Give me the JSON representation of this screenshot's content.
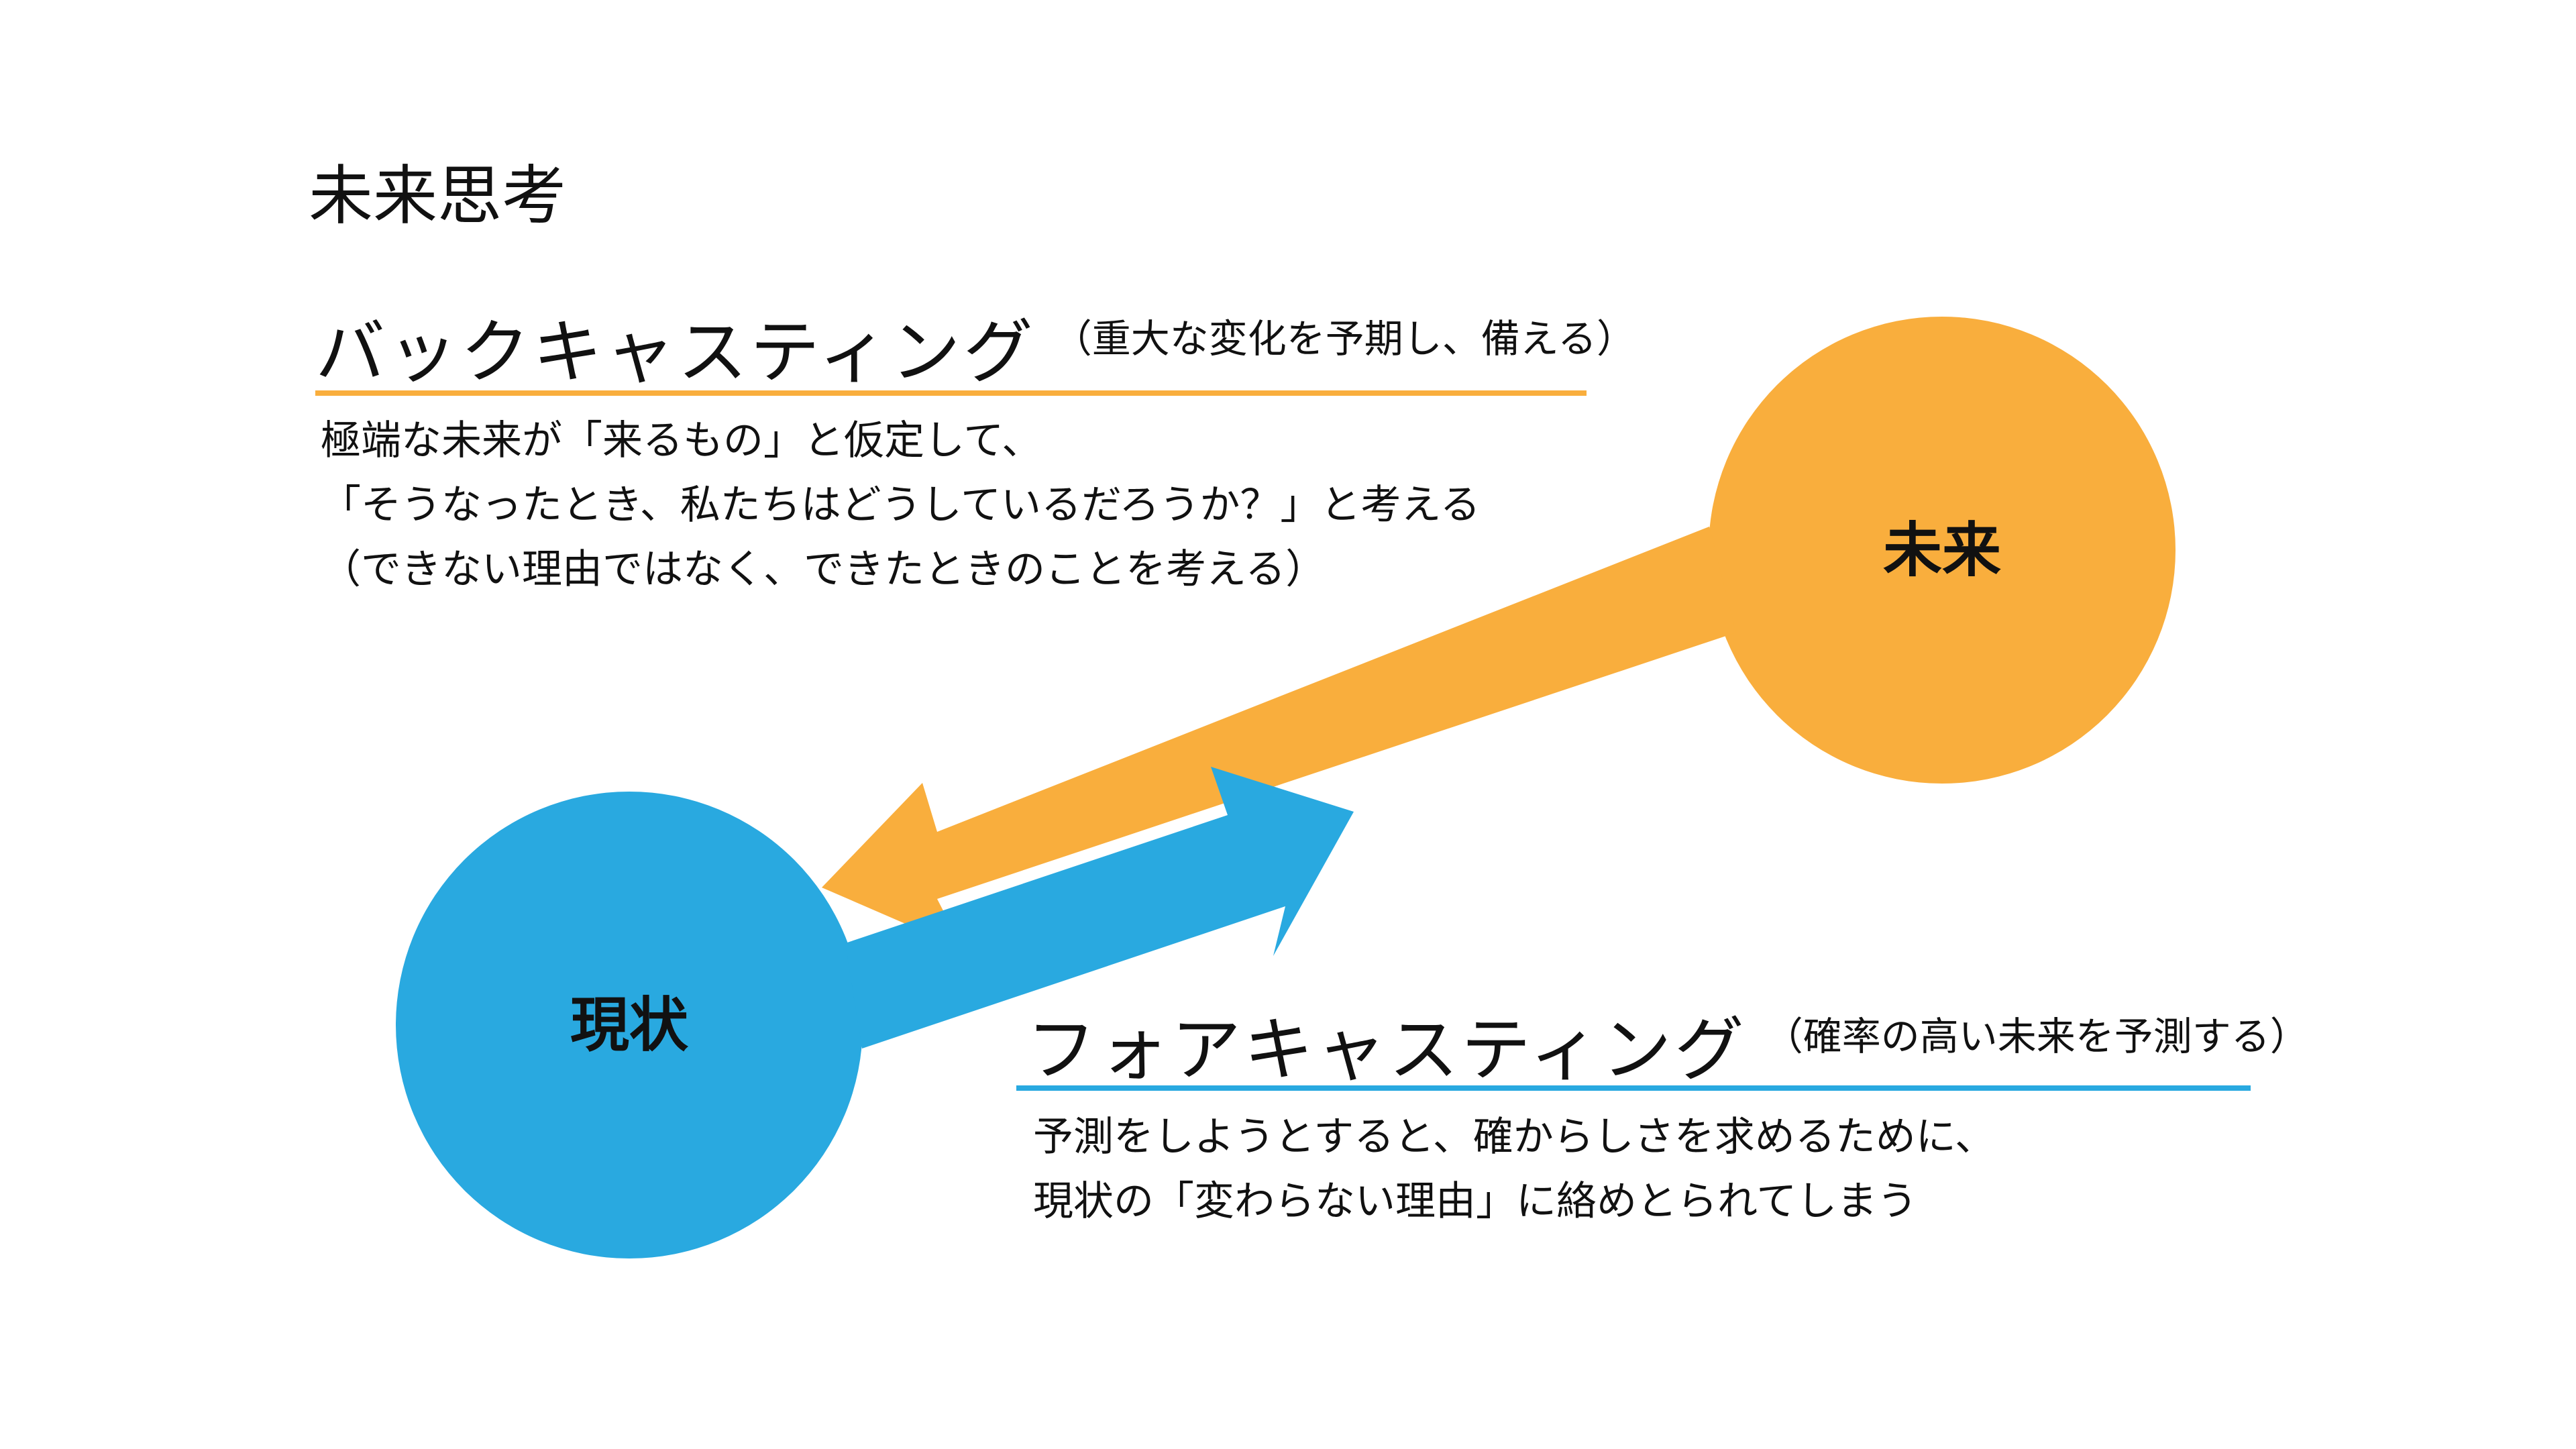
{
  "title": "未来思考",
  "backcasting": {
    "heading": "バックキャスティング",
    "subheading": "（重大な変化を予期し、備える）",
    "lines": [
      "極端な未来が「来るもの」と仮定して、",
      "「そうなったとき、私たちはどうしているだろうか？」と考える",
      "（できない理由ではなく、できたときのことを考える）"
    ],
    "color": "#F9AE3D"
  },
  "forecasting": {
    "heading": "フォアキャスティング",
    "subheading": "（確率の高い未来を予測する）",
    "lines": [
      "予測をしようとすると、確からしさを求めるために、",
      "現状の「変わらない理由」に絡めとられてしまう"
    ],
    "color": "#29A9E0"
  },
  "nodes": {
    "future": {
      "label": "未来",
      "color": "#F9AE3D"
    },
    "present": {
      "label": "現状",
      "color": "#29A9E0"
    }
  }
}
